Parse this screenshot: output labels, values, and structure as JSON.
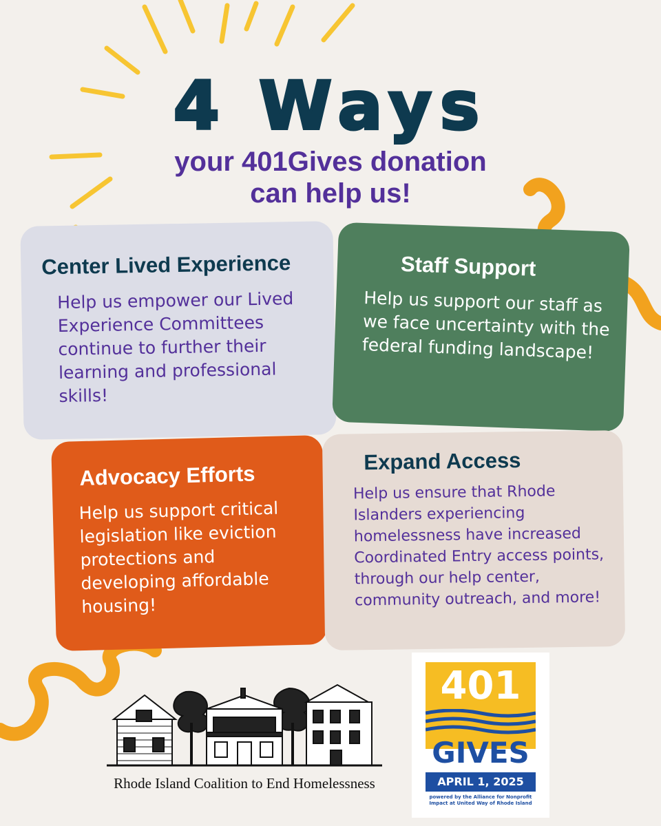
{
  "header": {
    "title": "4 Ways",
    "subtitle_line1": "your 401Gives donation",
    "subtitle_line2": "can help us!"
  },
  "cards": [
    {
      "heading": "Center Lived Experience",
      "body": "Help us empower our Lived Experience Committees continue to further their learning and professional skills!"
    },
    {
      "heading": "Staff Support",
      "body": "Help us support our staff as we face uncertainty with the federal funding landscape!"
    },
    {
      "heading": "Advocacy Efforts",
      "body": "Help us support critical legislation like eviction protections and developing affordable housing!"
    },
    {
      "heading": "Expand Access",
      "body": "Help us ensure that Rhode Islanders experiencing homelessness have increased Coordinated Entry access points, through our help center, community outreach, and more!"
    }
  ],
  "organization": {
    "name": "Rhode Island Coalition to End Homelessness",
    "logo_icon": "houses-illustration-icon"
  },
  "gives_logo": {
    "number": "401",
    "word": "GIVES",
    "date": "APRIL 1, 2025",
    "powered_by": "powered by the Alliance for Nonprofit Impact at United Way of Rhode Island"
  },
  "colors": {
    "background": "#f3f0ec",
    "title_navy": "#0e3a4f",
    "accent_purple": "#53309a",
    "sunburst_yellow": "#f7c532",
    "squiggle_orange": "#f2a21e",
    "card_lavender": "#dcdde7",
    "card_green": "#4f7f5d",
    "card_orange": "#e05b1a",
    "card_beige": "#e6dbd4",
    "gives_blue": "#1e4fa2",
    "gives_yellow": "#f6bd23"
  }
}
